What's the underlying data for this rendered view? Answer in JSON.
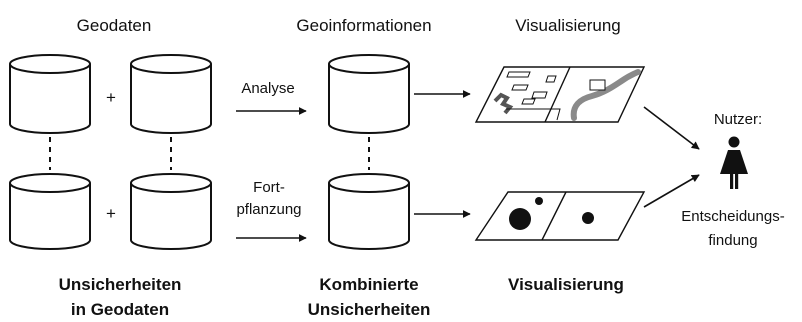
{
  "headers": {
    "geodaten": "Geodaten",
    "geoinformationen": "Geoinformationen",
    "visualisierung": "Visualisierung"
  },
  "edges": {
    "analyse": "Analyse",
    "fortpflanzung_line1": "Fort-",
    "fortpflanzung_line2": "pflanzung"
  },
  "operators": {
    "plus": "+"
  },
  "user": {
    "label": "Nutzer:",
    "decision_line1": "Entscheidungs-",
    "decision_line2": "findung"
  },
  "footers": {
    "col1_line1": "Unsicherheiten",
    "col1_line2": "in Geodaten",
    "col2_line1": "Kombinierte",
    "col2_line2": "Unsicherheiten",
    "col3": "Visualisierung"
  },
  "icons": {
    "database": "database-cylinder-icon",
    "map": "map-visualization-icon",
    "user": "woman-user-icon"
  }
}
